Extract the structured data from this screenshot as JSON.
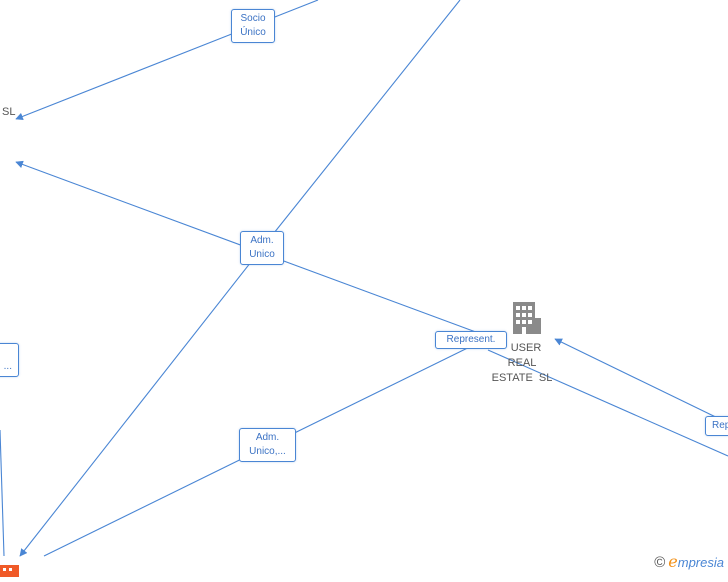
{
  "nodes": {
    "center": {
      "name_lines": [
        "USER",
        "REAL",
        "ESTATE  SL"
      ],
      "icon": "building-icon",
      "color": "#8a8a8a"
    },
    "left_node_label": "SL",
    "bottom_left_icon": "building-icon",
    "bottom_left_color": "#f05a28"
  },
  "relations": {
    "socio_unico": [
      "Socio",
      "Único"
    ],
    "adm_unico_top": [
      "Adm.",
      "Unico"
    ],
    "represent_center": [
      "Represent."
    ],
    "adm_unico_bottom": [
      "Adm.",
      "Unico,..."
    ],
    "left_partial": [
      "..."
    ],
    "right_partial": [
      "Rep"
    ]
  },
  "footer": {
    "copyright_symbol": "©",
    "brand_initial": "e",
    "brand_rest": "mpresia"
  },
  "colors": {
    "edge": "#4a86d4",
    "label_text": "#3b72c4",
    "accent": "#f29018"
  }
}
